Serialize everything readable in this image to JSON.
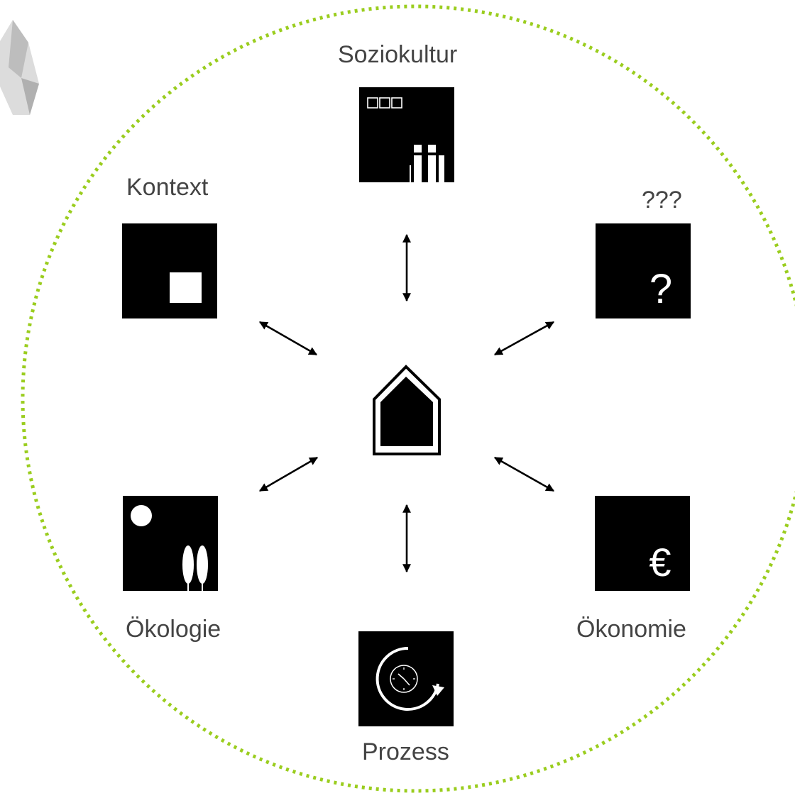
{
  "diagram": {
    "labels": {
      "soziokultur": "Soziokultur",
      "kontext": "Kontext",
      "unknown": "???",
      "oekologie": "Ökologie",
      "oekonomie": "Ökonomie",
      "prozess": "Prozess"
    },
    "glyphs": {
      "question": "?",
      "euro": "€"
    }
  },
  "colors": {
    "ring": "#9acd1e",
    "tile": "#000000",
    "label": "#444444"
  },
  "icons": [
    "people-icon",
    "context-square-icon",
    "question-icon",
    "tree-sun-icon",
    "euro-icon",
    "clock-cycle-icon",
    "house-icon"
  ]
}
